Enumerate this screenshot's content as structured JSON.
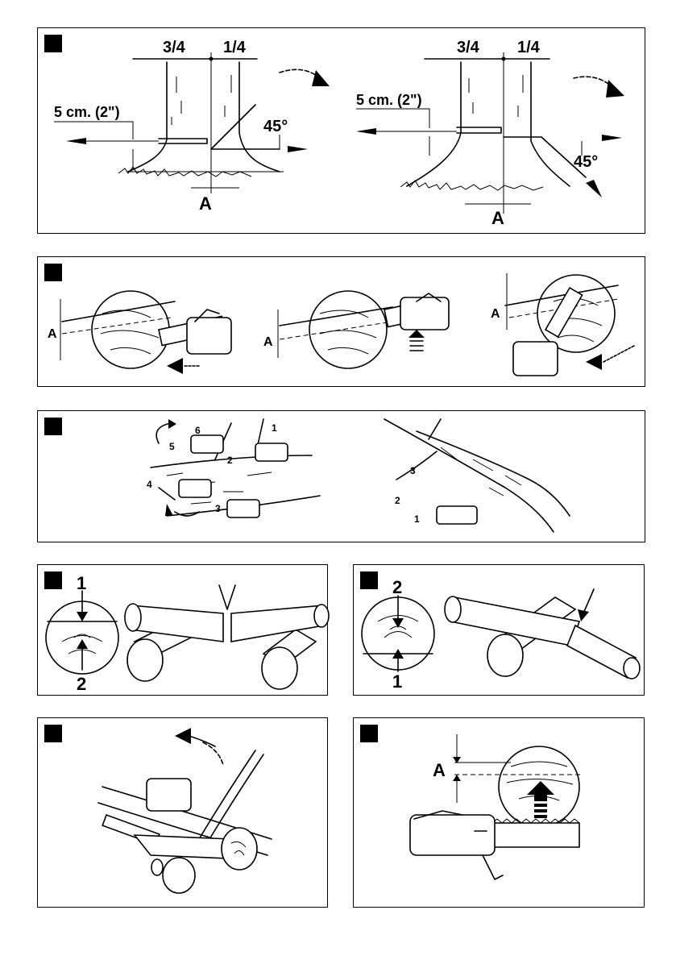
{
  "figure1": {
    "left": {
      "frac_a": "3/4",
      "frac_b": "1/4",
      "hinge": "5 cm. (2\")",
      "angle": "45°",
      "dim": "A"
    },
    "right": {
      "frac_a": "3/4",
      "frac_b": "1/4",
      "hinge": "5 cm. (2\")",
      "angle": "45°",
      "dim": "A"
    }
  },
  "figure2": {
    "items": [
      {
        "dim": "A"
      },
      {
        "dim": "A"
      },
      {
        "dim": "A"
      }
    ]
  },
  "figure3": {
    "left_steps": [
      "1",
      "2",
      "3",
      "4",
      "5",
      "6"
    ],
    "right_steps": [
      "1",
      "2",
      "3"
    ]
  },
  "figure4": {
    "top": "1",
    "bottom": "2"
  },
  "figure5": {
    "top": "2",
    "bottom": "1"
  },
  "figure7": {
    "dim": "A"
  }
}
